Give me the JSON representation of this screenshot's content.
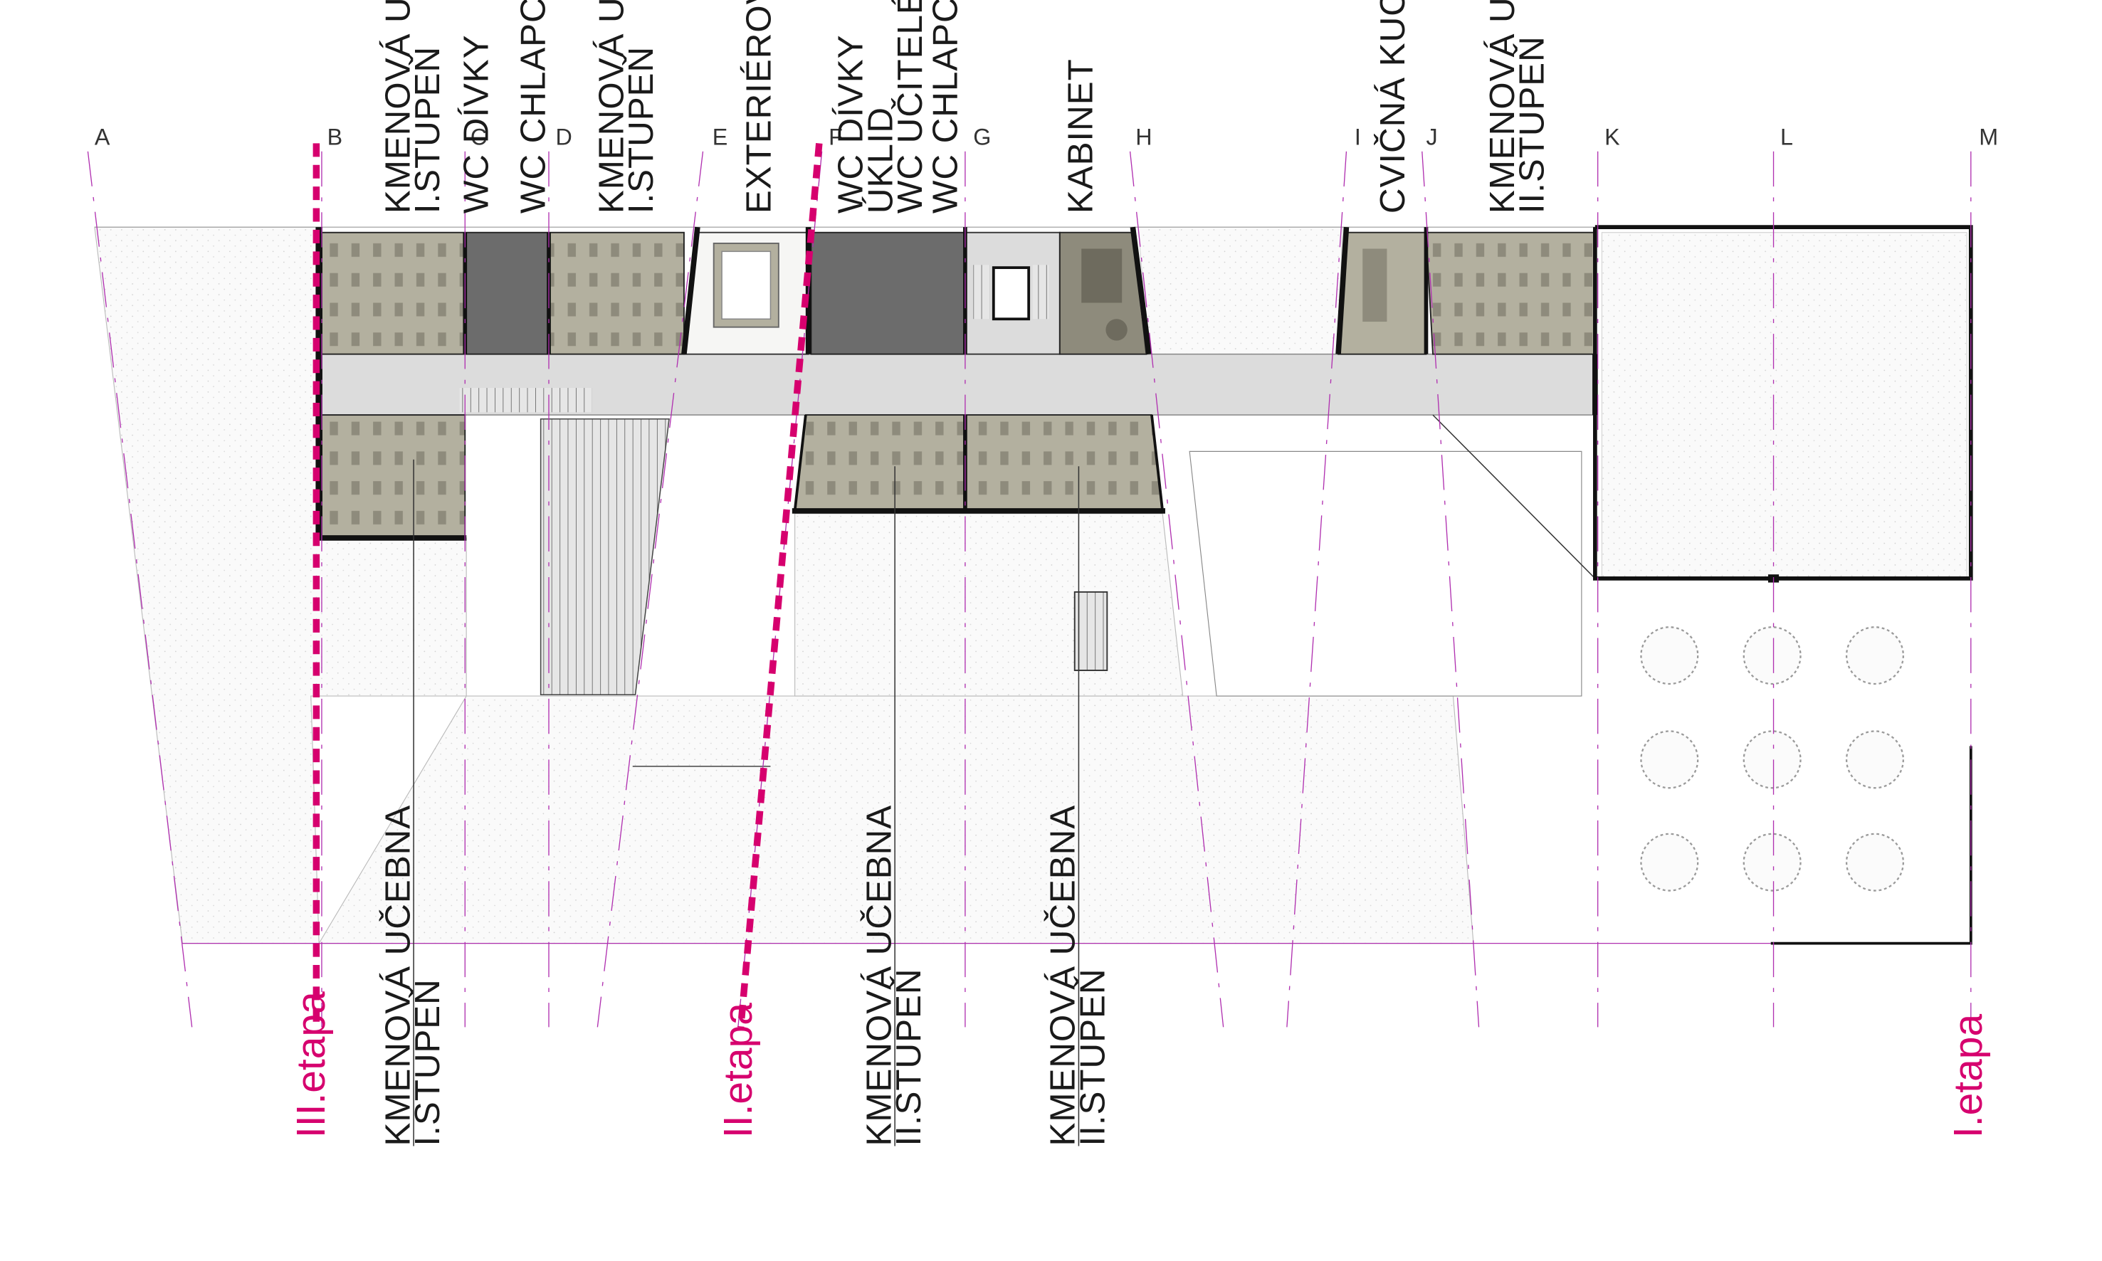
{
  "axes": [
    "A",
    "B",
    "C",
    "D",
    "E",
    "F",
    "G",
    "H",
    "I",
    "J",
    "K",
    "L",
    "M"
  ],
  "top_rooms": [
    {
      "line1": "KMENOVÁ UČEBNA",
      "line2": "I.STUPEŇ"
    },
    {
      "line1": "WC DÍVKY",
      "line2": ""
    },
    {
      "line1": "WC CHLAPCI",
      "line2": ""
    },
    {
      "line1": "KMENOVÁ UČEBNA",
      "line2": "I.STUPEŇ"
    },
    {
      "line1": "EXTERIÉROVÁ VÝUKA",
      "line2": ""
    },
    {
      "line1": "WC DÍVKY",
      "line2": ""
    },
    {
      "line1": "ÚKLID",
      "line2": ""
    },
    {
      "line1": "WC UČITELÉ",
      "line2": ""
    },
    {
      "line1": "WC CHLAPCI",
      "line2": ""
    },
    {
      "line1": "KABINET",
      "line2": ""
    },
    {
      "line1": "CVIČNÁ KUCHYNĚ",
      "line2": ""
    },
    {
      "line1": "KMENOVÁ UČEBNA",
      "line2": "II.STUPEŇ"
    }
  ],
  "bottom_rooms": [
    {
      "line1": "KMENOVÁ UČEBNA",
      "line2": "I.STUPEŇ"
    },
    {
      "line1": "KMENOVÁ UČEBNA",
      "line2": "II.STUPEŇ"
    },
    {
      "line1": "KMENOVÁ UČEBNA",
      "line2": "II.STUPEŇ"
    }
  ],
  "phases": [
    "III.etapa",
    "II.etapa",
    "I.etapa"
  ],
  "colors": {
    "phase": "#d6006e",
    "axis": "#b030b0",
    "classroom": "#b3b09f",
    "wc": "#6c6c6c",
    "corridor": "#dcdcdc",
    "wall": "#111111"
  }
}
